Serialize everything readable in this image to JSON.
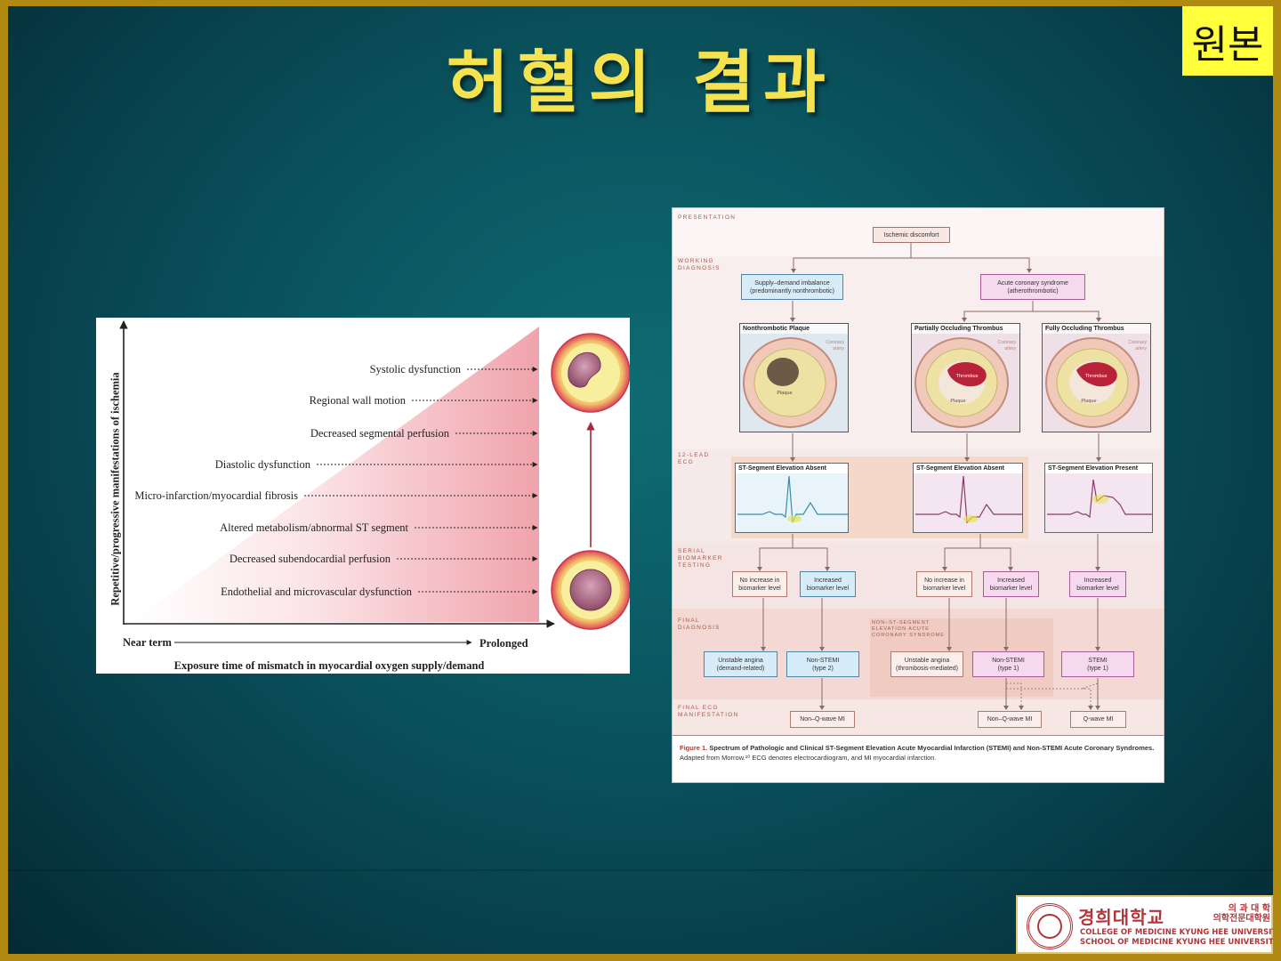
{
  "slide": {
    "title": "허혈의 결과",
    "badge": "원본"
  },
  "left_figure": {
    "y_axis_label": "Repetitive/progressive manifestations of ischemia",
    "x_start": "Near term",
    "x_end": "Prolonged",
    "x_axis_label": "Exposure time of mismatch in myocardial oxygen supply/demand",
    "items": [
      "Systolic dysfunction",
      "Regional wall motion",
      "Decreased segmental perfusion",
      "Diastolic dysfunction",
      "Micro-infarction/myocardial fibrosis",
      "Altered metabolism/abnormal ST segment",
      "Decreased subendocardial perfusion",
      "Endothelial and microvascular dysfunction"
    ]
  },
  "right_figure": {
    "sections": {
      "presentation": "PRESENTATION",
      "working_diagnosis": "WORKING\nDIAGNOSIS",
      "ecg": "12-LEAD\nECG",
      "serial": "SERIAL\nBIOMARKER\nTESTING",
      "final_diagnosis": "FINAL\nDIAGNOSIS",
      "final_ecg": "FINAL ECG\nMANIFESTATION"
    },
    "nste_label": "NON–ST-SEGMENT\nELEVATION ACUTE\nCORONARY SYNDROME",
    "ischemic": "Ischemic discomfort",
    "working": [
      "Supply–demand imbalance\n(predominantly nonthrombotic)",
      "Acute coronary syndrome\n(atherothrombotic)"
    ],
    "panels": [
      {
        "title": "Nonthrombotic Plaque",
        "artery": "Coronary\nartery",
        "plaque": "Plaque",
        "thrombus": ""
      },
      {
        "title": "Partially Occluding Thrombus",
        "artery": "Coronary\nartery",
        "plaque": "Plaque",
        "thrombus": "Thrombus"
      },
      {
        "title": "Fully Occluding Thrombus",
        "artery": "Coronary\nartery",
        "plaque": "Plaque",
        "thrombus": "Thrombus"
      }
    ],
    "ecg": [
      "ST-Segment Elevation Absent",
      "ST-Segment Elevation Absent",
      "ST-Segment Elevation Present"
    ],
    "biomarkers": [
      "No increase in\nbiomarker level",
      "Increased\nbiomarker level",
      "No increase in\nbiomarker level",
      "Increased\nbiomarker level",
      "Increased\nbiomarker level"
    ],
    "final_dx": [
      "Unstable angina\n(demand-related)",
      "Non-STEMI\n(type 2)",
      "Unstable angina\n(thrombosis-mediated)",
      "Non-STEMI\n(type 1)",
      "STEMI\n(type 1)"
    ],
    "final_ecg": [
      "Non–Q-wave MI",
      "Non–Q-wave MI",
      "Q-wave MI"
    ],
    "caption": {
      "figure_label": "Figure 1.",
      "title": " Spectrum of Pathologic and Clinical ST-Segment Elevation Acute Myocardial Infarction (STEMI) and Non-STEMI Acute Coronary Syndromes.",
      "note": "Adapted from Morrow.¹⁰ ECG denotes electrocardiogram, and MI myocardial infarction."
    }
  },
  "logo": {
    "name_kr": "경희대학교",
    "college_kr": "의 과 대 학\n의학전문대학원",
    "line1": "COLLEGE OF MEDICINE KYUNG HEE UNIVERSITY",
    "line2": "SCHOOL OF MEDICINE KYUNG HEE UNIVERSITY"
  },
  "colors": {
    "title": "#f5e24f",
    "badge": "#ffff3c",
    "frame": "#b08a10",
    "logo_red": "#b2353b"
  }
}
